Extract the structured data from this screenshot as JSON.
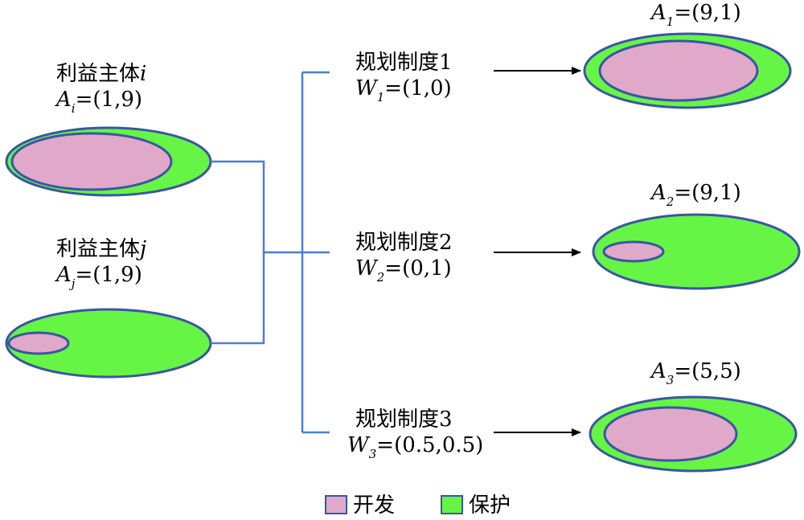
{
  "subjects": {
    "i": {
      "title": "利益主体",
      "letter": "i",
      "a_letter": "A",
      "a_sub": "i",
      "a_value": "=(1,9)"
    },
    "j": {
      "title": "利益主体",
      "letter": "j",
      "a_letter": "A",
      "a_sub": "j",
      "a_value": "=(1,9)"
    }
  },
  "systems": [
    {
      "title": "规划制度1",
      "w_letter": "W",
      "w_sub": "1",
      "w_value": "=(1,0)"
    },
    {
      "title": "规划制度2",
      "w_letter": "W",
      "w_sub": "2",
      "w_value": "=(0,1)"
    },
    {
      "title": "规划制度3",
      "w_letter": "W",
      "w_sub": "3",
      "w_value": "=(0.5,0.5)"
    }
  ],
  "results": [
    {
      "a_letter": "A",
      "a_sub": "1",
      "a_value": "=(9,1)"
    },
    {
      "a_letter": "A",
      "a_sub": "2",
      "a_value": "=(9,1)"
    },
    {
      "a_letter": "A",
      "a_sub": "3",
      "a_value": "=(5,5)"
    }
  ],
  "legend": {
    "development": "开发",
    "protection": "保护"
  },
  "colors": {
    "development": "#e0a9c9",
    "protection": "#66f545",
    "outline": "#3a55a5",
    "connector": "#4a7fd0"
  }
}
